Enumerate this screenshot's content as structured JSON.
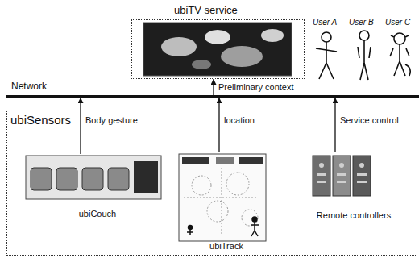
{
  "diagram": {
    "nodes": [
      {
        "text": [
          "ubiTV service"
        ]
      },
      {
        "text": [
          "Network"
        ]
      },
      {
        "text": [
          "ubiSensors"
        ]
      },
      {
        "text": [
          "ubiCouch"
        ],
        "in": 2
      },
      {
        "text": [
          "ubiTrack"
        ],
        "in": 2
      },
      {
        "text": [
          "Remote controllers"
        ],
        "in": 2
      }
    ],
    "edges": [
      {
        "from": 1,
        "to": 0,
        "label": "Preliminary context",
        "arrow": "to"
      },
      {
        "from": 3,
        "to": 1,
        "label": "Body gesture",
        "arrow": "to"
      },
      {
        "from": 4,
        "to": 1,
        "label": "location",
        "arrow": "to"
      },
      {
        "from": 5,
        "to": 1,
        "label": "Service control",
        "arrow": "to"
      }
    ],
    "labels": [
      "User A",
      "User B",
      "User C"
    ]
  }
}
